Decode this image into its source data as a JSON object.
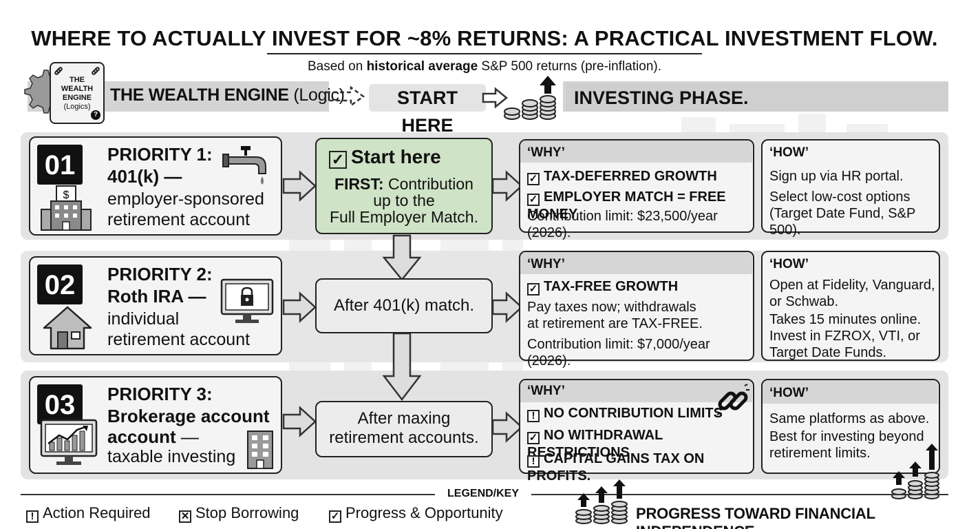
{
  "header": {
    "title": "WHERE TO ACTUALLY INVEST FOR ~8% RETURNS: A PRACTICAL INVESTMENT FLOW.",
    "subtitle_prefix": "Based on ",
    "subtitle_bold": "historical average",
    "subtitle_suffix": " S&P 500 returns (pre-inflation)."
  },
  "engine": {
    "box_line1": "THE",
    "box_line2": "WEALTH",
    "box_line3": "ENGINE",
    "box_line4": "(Logics)",
    "label_bold": "THE WEALTH ENGINE",
    "label_normal": " (Logic)",
    "start_here": "START HERE",
    "investing_phase": "INVESTING PHASE."
  },
  "priorities": [
    {
      "number": "01",
      "title": "PRIORITY 1:",
      "account": "401(k) —",
      "desc_line1": "employer-sponsored",
      "desc_line2": "retirement account",
      "icons": [
        "faucet-icon",
        "office-building-dollar-icon"
      ]
    },
    {
      "number": "02",
      "title": "PRIORITY 2:",
      "account": "Roth IRA —",
      "desc_line1": "individual",
      "desc_line2": "retirement account",
      "icons": [
        "house-icon",
        "locked-monitor-icon"
      ]
    },
    {
      "number": "03",
      "title": "PRIORITY 3:",
      "account": "Brokerage account",
      "account_line2": "account",
      "account_line2_suffix": " —",
      "desc_line1": "taxable investing",
      "icons": [
        "chart-monitor-icon",
        "office-building-icon"
      ]
    }
  ],
  "flow": {
    "step1_head": "Start here",
    "step1_bold": "FIRST:",
    "step1_line1": " Contribution",
    "step1_line2": "up to the",
    "step1_line3": "Full Employer Match.",
    "step2": "After 401(k) match.",
    "step3_line1": "After maxing",
    "step3_line2": "retirement accounts."
  },
  "why": [
    {
      "head": "‘WHY’",
      "lines": [
        {
          "mark": "check",
          "text": "TAX-DEFERRED GROWTH",
          "bold": true
        },
        {
          "mark": "check",
          "text": "EMPLOYER MATCH = FREE MONEY",
          "bold": true
        },
        {
          "mark": "",
          "text": "Contribution limit: $23,500/year (2026).",
          "bold": false
        }
      ]
    },
    {
      "head": "‘WHY’",
      "lines": [
        {
          "mark": "check",
          "text": "TAX-FREE GROWTH",
          "bold": true
        },
        {
          "mark": "",
          "text": "Pay taxes now; withdrawals",
          "bold": false
        },
        {
          "mark": "",
          "text": "at retirement are TAX-FREE.",
          "bold": false
        },
        {
          "mark": "",
          "text": "Contribution limit: $7,000/year (2026).",
          "bold": false
        }
      ]
    },
    {
      "head": "‘WHY’",
      "lines": [
        {
          "mark": "exclaim",
          "text": "NO CONTRIBUTION LIMITS",
          "bold": true
        },
        {
          "mark": "check",
          "text": "NO WITHDRAWAL RESTRICTIONS",
          "bold": true
        },
        {
          "mark": "exclaim",
          "text": "CAPITAL GAINS TAX ON PROFITS.",
          "bold": true
        }
      ]
    }
  ],
  "how": [
    {
      "head": "‘HOW’",
      "lines": [
        "Sign up via HR portal.",
        "Select low-cost options",
        "(Target Date Fund, S&P 500)."
      ]
    },
    {
      "head": "‘HOW’",
      "lines": [
        "Open at Fidelity, Vanguard,",
        "or Schwab.",
        "Takes 15 minutes online.",
        "Invest in FZROX, VTI, or",
        "Target Date Funds."
      ]
    },
    {
      "head": "‘HOW’",
      "lines": [
        "Same platforms as above.",
        "Best for investing beyond",
        "retirement limits."
      ]
    }
  ],
  "legend": {
    "title": "LEGEND/KEY",
    "items": [
      {
        "mark": "!",
        "label": "Action Required"
      },
      {
        "mark": "✕",
        "label": "Stop Borrowing"
      },
      {
        "mark": "✓",
        "label": "Progress & Opportunity"
      }
    ],
    "progress": "PROGRESS TOWARD FINANCIAL INDEPENDENCE."
  },
  "colors": {
    "accent_green": "#cfe3c6",
    "band_gray": "#e3e3e3",
    "ink": "#111111"
  }
}
